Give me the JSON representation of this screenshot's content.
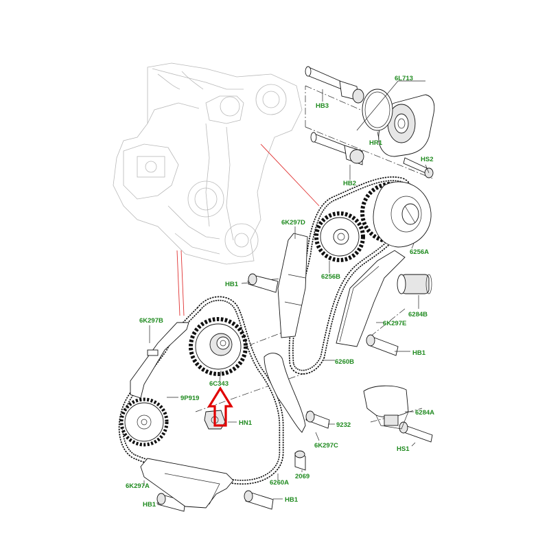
{
  "labels": {
    "l6L713": "6L713",
    "lHB3": "HB3",
    "lHR1": "HR1",
    "lHS2": "HS2",
    "lHB2top": "HB2",
    "l6K297D": "6K297D",
    "l6256A": "6256A",
    "lHB1mid": "HB1",
    "l6256B": "6256B",
    "l6284B": "6284B",
    "l6K297E": "6K297E",
    "l6K297B": "6K297B",
    "lHB1right": "HB1",
    "l6260B": "6260B",
    "l6C343": "6C343",
    "l9P919": "9P919",
    "lHN1": "HN1",
    "l9232": "9232",
    "l6284A": "6284A",
    "l6K297C": "6K297C",
    "lHS1": "HS1",
    "l2069": "2069",
    "l6K297A": "6K297A",
    "l6260A": "6260A",
    "lHB1bl": "HB1",
    "lHB1bm": "HB1"
  },
  "colors": {
    "label_text": "#1f8a1f",
    "highlight_arrow": "#e00000",
    "leader_red": "#e03030",
    "engine_ghost": "#b8b8b8"
  }
}
